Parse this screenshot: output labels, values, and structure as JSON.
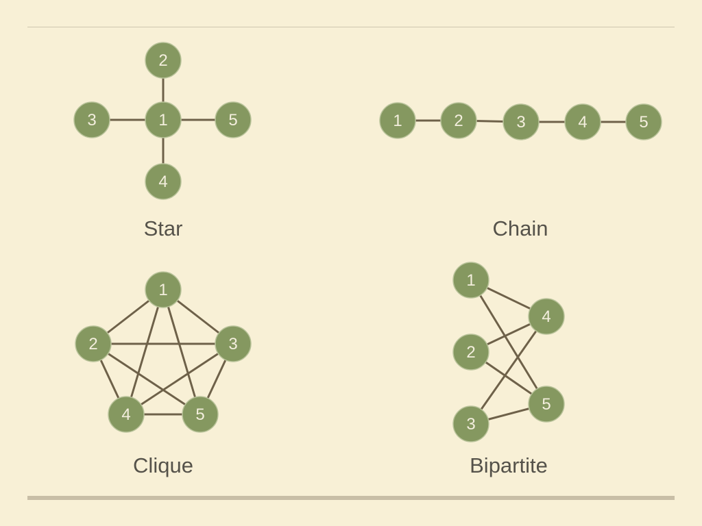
{
  "colors": {
    "background": "#f8f0d6",
    "node_fill": "#859860",
    "node_text": "#f3eedd",
    "edge": "#6e6149",
    "title_text": "#55524a",
    "rule": "#c8bea6"
  },
  "graphs": [
    {
      "id": "star",
      "title": "Star",
      "nodes": [
        "1",
        "2",
        "3",
        "4",
        "5"
      ],
      "edges": [
        [
          "1",
          "2"
        ],
        [
          "1",
          "3"
        ],
        [
          "1",
          "4"
        ],
        [
          "1",
          "5"
        ]
      ]
    },
    {
      "id": "chain",
      "title": "Chain",
      "nodes": [
        "1",
        "2",
        "3",
        "4",
        "5"
      ],
      "edges": [
        [
          "1",
          "2"
        ],
        [
          "2",
          "3"
        ],
        [
          "3",
          "4"
        ],
        [
          "4",
          "5"
        ]
      ]
    },
    {
      "id": "clique",
      "title": "Clique",
      "nodes": [
        "1",
        "2",
        "3",
        "4",
        "5"
      ],
      "edges": [
        [
          "1",
          "2"
        ],
        [
          "1",
          "3"
        ],
        [
          "1",
          "4"
        ],
        [
          "1",
          "5"
        ],
        [
          "2",
          "3"
        ],
        [
          "2",
          "4"
        ],
        [
          "2",
          "5"
        ],
        [
          "3",
          "4"
        ],
        [
          "3",
          "5"
        ],
        [
          "4",
          "5"
        ]
      ]
    },
    {
      "id": "bipartite",
      "title": "Bipartite",
      "nodes": [
        "1",
        "2",
        "3",
        "4",
        "5"
      ],
      "edges": [
        [
          "1",
          "4"
        ],
        [
          "1",
          "5"
        ],
        [
          "2",
          "4"
        ],
        [
          "2",
          "5"
        ],
        [
          "3",
          "4"
        ],
        [
          "3",
          "5"
        ]
      ]
    }
  ]
}
